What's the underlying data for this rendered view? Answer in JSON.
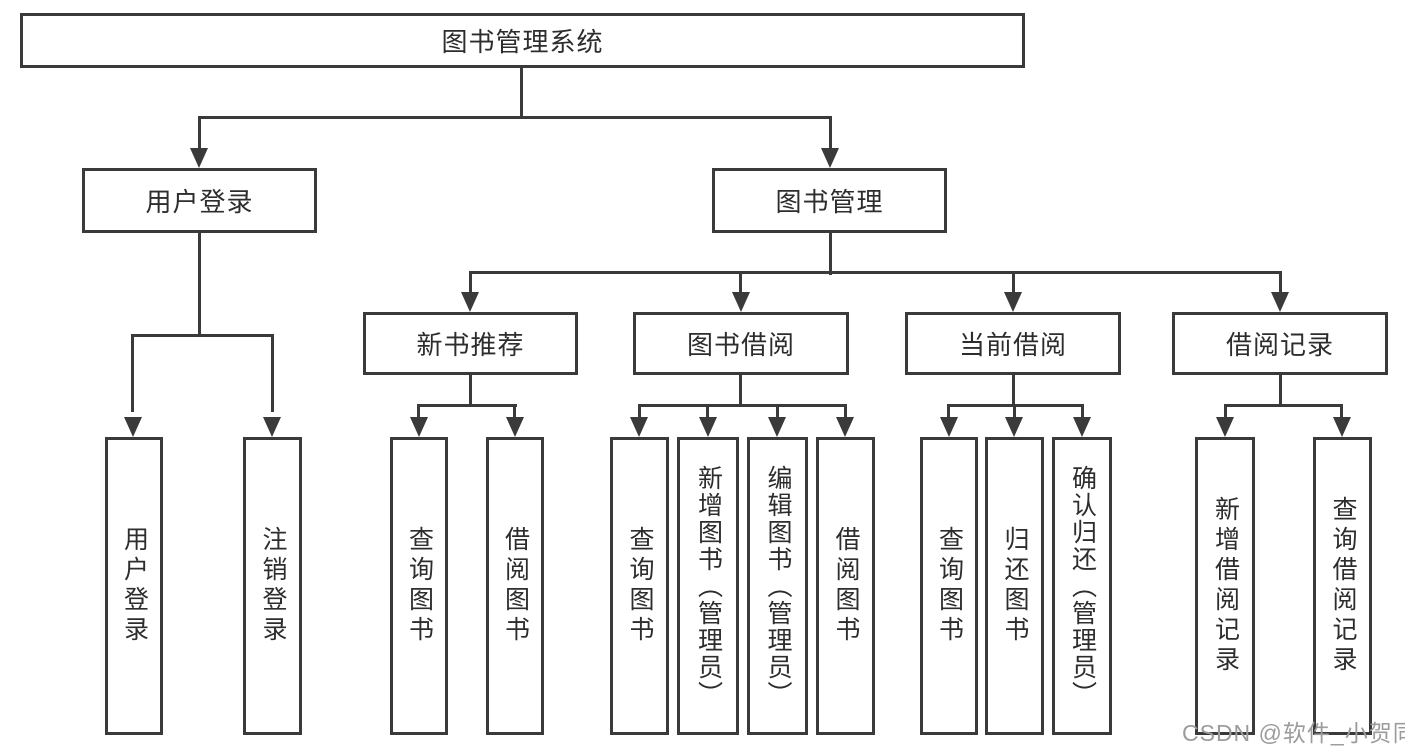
{
  "diagram": {
    "root": {
      "label": "图书管理系统"
    },
    "level2": {
      "user_login": {
        "label": "用户登录"
      },
      "book_mgmt": {
        "label": "图书管理"
      }
    },
    "level3": {
      "new_book_rec": {
        "label": "新书推荐"
      },
      "book_borrow": {
        "label": "图书借阅"
      },
      "current_borrow": {
        "label": "当前借阅"
      },
      "borrow_records": {
        "label": "借阅记录"
      }
    },
    "leaves": {
      "user_login": {
        "label": "用户登录"
      },
      "logout": {
        "label": "注销登录"
      },
      "query_book_1": {
        "label": "查询图书"
      },
      "borrow_book_1": {
        "label": "借阅图书"
      },
      "query_book_2": {
        "label": "查询图书"
      },
      "add_book": {
        "label": "新增图书（管理员）"
      },
      "edit_book": {
        "label": "编辑图书（管理员）"
      },
      "borrow_book_2": {
        "label": "借阅图书"
      },
      "query_book_3": {
        "label": "查询图书"
      },
      "return_book": {
        "label": "归还图书"
      },
      "confirm_return": {
        "label": "确认归还（管理员）"
      },
      "add_borrow_record": {
        "label": "新增借阅记录"
      },
      "query_borrow_record": {
        "label": "查询借阅记录"
      }
    }
  },
  "watermark": "CSDN @软件_小贺同学",
  "colors": {
    "line": "#3a3a3a",
    "text": "#2d2d2d",
    "watermark": "#9c9c9c",
    "background": "#ffffff"
  }
}
